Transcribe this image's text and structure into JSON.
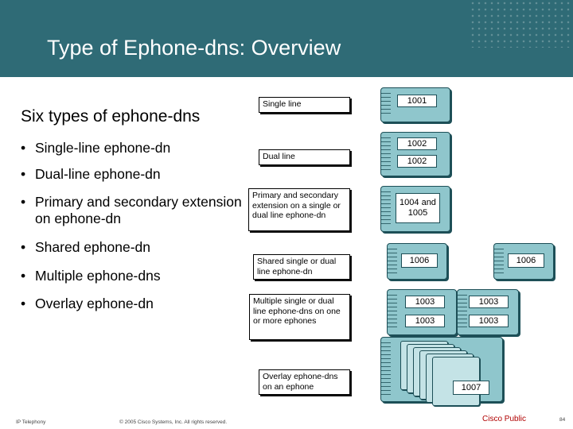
{
  "title": "Type of Ephone-dns: Overview",
  "subtitle": "Six types of ephone-dns",
  "bullets": [
    "Single-line ephone-dn",
    "Dual-line ephone-dn",
    "Primary and secondary extension on ephone-dn",
    "Shared ephone-dn",
    "Multiple ephone-dns",
    "Overlay ephone-dn"
  ],
  "bullet_char": "•",
  "labels": {
    "single": "Single line",
    "dual": "Dual line",
    "primary": "Primary and secondary extension on a single or dual line ephone-dn",
    "shared": "Shared single or dual line ephone-dn",
    "multiple": "Multiple single or dual line ephone-dns on one or more ephones",
    "overlay": "Overlay ephone-dns on an ephone"
  },
  "keys": {
    "single": "1001",
    "dual_1": "1002",
    "dual_2": "1002",
    "primary": "1004 and 1005",
    "shared_a": "1006",
    "shared_b": "1006",
    "multi_a1": "1003",
    "multi_a2": "1003",
    "multi_b1": "1003",
    "multi_b2": "1003",
    "overlay": "1007"
  },
  "footer": {
    "left": "IP Telephony",
    "copyright": "© 2005 Cisco Systems, Inc. All rights reserved.",
    "public": "Cisco Public",
    "page": "84"
  },
  "colors": {
    "header": "#2f6b76",
    "phone": "#8fc6cc",
    "cisco_public": "#b00000"
  }
}
